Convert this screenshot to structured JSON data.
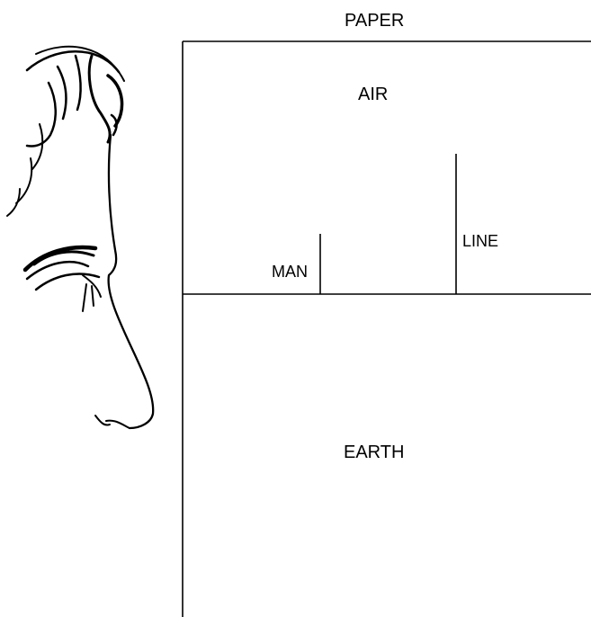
{
  "labels": {
    "paper": "PAPER",
    "air": "AIR",
    "line": "LINE",
    "man": "MAN",
    "earth": "EARTH"
  },
  "colors": {
    "ink": "#000000",
    "background": "#ffffff"
  },
  "icons": {
    "face": "face-profile-icon"
  }
}
